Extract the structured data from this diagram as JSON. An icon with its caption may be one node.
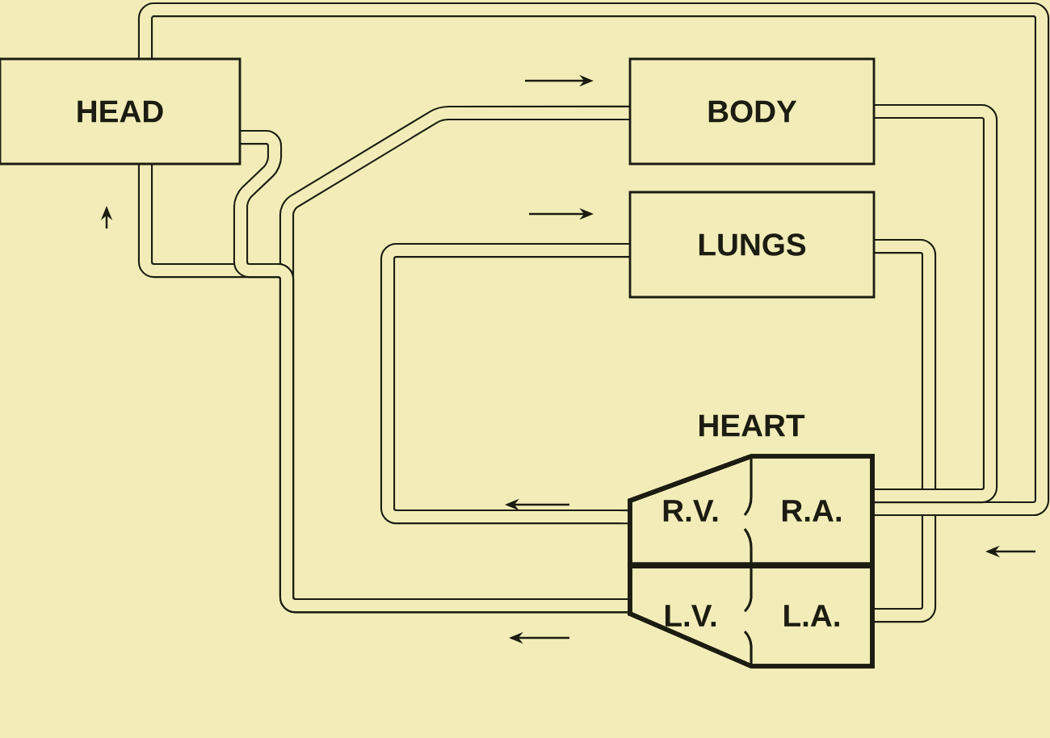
{
  "diagram": {
    "nodes": [
      {
        "text": [
          "HEAD"
        ]
      },
      {
        "text": [
          "BODY"
        ]
      },
      {
        "text": [
          "LUNGS"
        ]
      },
      {
        "text": [
          "HEART"
        ]
      },
      {
        "text": [
          "R.V."
        ],
        "in": 3
      },
      {
        "text": [
          "R.A."
        ],
        "in": 3
      },
      {
        "text": [
          "L.V."
        ],
        "in": 3
      },
      {
        "text": [
          "L.A."
        ],
        "in": 3
      }
    ],
    "edges": [
      {
        "from": 4,
        "to": 2,
        "arrow": "none"
      },
      {
        "from": 2,
        "to": 7,
        "arrow": "none"
      },
      {
        "from": 6,
        "to": 1,
        "arrow": "none"
      },
      {
        "from": 6,
        "to": 0,
        "arrow": "none"
      },
      {
        "from": 0,
        "to": 6,
        "arrow": "none"
      },
      {
        "from": 0,
        "to": 5,
        "arrow": "none"
      },
      {
        "from": 1,
        "to": 5,
        "arrow": "none"
      }
    ]
  }
}
